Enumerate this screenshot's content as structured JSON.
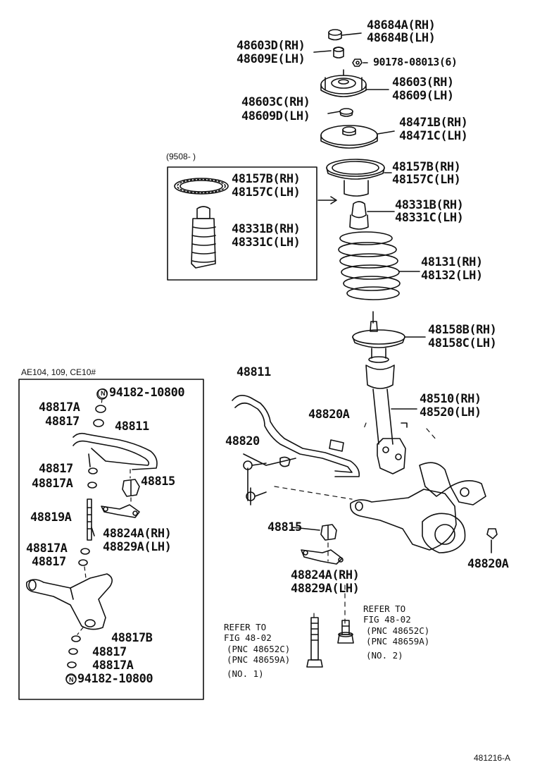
{
  "labels": {
    "top_cap_rh": "48684A(RH)",
    "top_cap_lh": "48684B(LH)",
    "upper_ins_rh": "48603D(RH)",
    "upper_ins_lh": "48609E(LH)",
    "nut": "90178-08013(6)",
    "mount_rh": "48603(RH)",
    "mount_lh": "48609(LH)",
    "lower_ins_rh": "48603C(RH)",
    "lower_ins_lh": "48609D(LH)",
    "upper_seat_rh": "48471B(RH)",
    "upper_seat_lh": "48471C(LH)",
    "date_range": "(9508-      )",
    "boot_inset_rh": "48157B(RH)",
    "boot_inset_lh": "48157C(LH)",
    "bumper_inset_rh": "48331B(RH)",
    "bumper_inset_lh": "48331C(LH)",
    "boot_rh": "48157B(RH)",
    "boot_lh": "48157C(LH)",
    "bumper_rh": "48331B(RH)",
    "bumper_lh": "48331C(LH)",
    "spring_rh": "48131(RH)",
    "spring_lh": "48132(LH)",
    "lower_seat_rh": "48158B(RH)",
    "lower_seat_lh": "48158C(LH)",
    "strut_rh": "48510(RH)",
    "strut_lh": "48520(LH)",
    "stabilizer_main": "48811",
    "link_bush_main": "48820A",
    "link_main": "48820",
    "bushing_main": "48815",
    "bracket_main_rh": "48824A(RH)",
    "bracket_main_lh": "48829A(LH)",
    "link_bush_right": "48820A",
    "refer1_a": "REFER TO",
    "refer1_b": "FIG 48-02",
    "refer1_c": "(PNC 48652C)",
    "refer1_d": "(PNC 48659A)",
    "refer1_no": "(NO. 1)",
    "refer2_a": "REFER TO",
    "refer2_b": "FIG 48-02",
    "refer2_c": "(PNC 48652C)",
    "refer2_d": "(PNC 48659A)",
    "refer2_no": "(NO. 2)",
    "inset_title": "AE104, 109, CE10#",
    "inset_n1_mark": "N",
    "inset_n1": "94182-10800",
    "inset_cup_a1": "48817A",
    "inset_cup_1": "48817",
    "inset_stab": "48811",
    "inset_cup_2": "48817",
    "inset_cup_a2": "48817A",
    "inset_bush": "48815",
    "inset_bolt": "48819A",
    "inset_bracket_rh": "48824A(RH)",
    "inset_bracket_lh": "48829A(LH)",
    "inset_cup_a3": "48817A",
    "inset_cup_3": "48817",
    "inset_cup_b": "48817B",
    "inset_cup_4": "48817",
    "inset_cup_a4": "48817A",
    "inset_n2_mark": "N",
    "inset_n2": "94182-10800",
    "figure_id": "481216-A"
  }
}
